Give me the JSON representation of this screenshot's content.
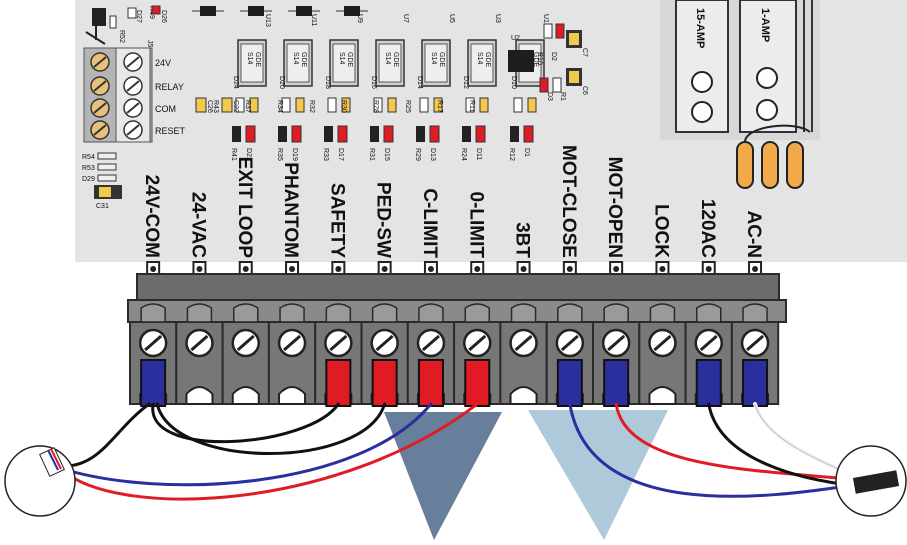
{
  "terminals": [
    {
      "label": "24V-COM",
      "wire": "blue"
    },
    {
      "label": "24-VAC",
      "wire": "none"
    },
    {
      "label": "EXIT LOOP",
      "wire": "none"
    },
    {
      "label": "PHANTOM",
      "wire": "none"
    },
    {
      "label": "SAFETY",
      "wire": "red"
    },
    {
      "label": "PED-SW",
      "wire": "red"
    },
    {
      "label": "C-LIMIT",
      "wire": "red"
    },
    {
      "label": "0-LIMIT",
      "wire": "red"
    },
    {
      "label": "3BT",
      "wire": "none"
    },
    {
      "label": "MOT-CLOSE",
      "wire": "blue"
    },
    {
      "label": "MOT-OPEN",
      "wire": "blue"
    },
    {
      "label": "LOCK",
      "wire": "none"
    },
    {
      "label": "120AC",
      "wire": "blue"
    },
    {
      "label": "AC-N",
      "wire": "blue"
    }
  ],
  "relay_terminal": {
    "labels": [
      "24V",
      "RELAY",
      "COM",
      "RESET"
    ],
    "designator": "J5"
  },
  "fuses": [
    {
      "label": "15-AMP"
    },
    {
      "label": "1-AMP"
    }
  ],
  "relays": [
    {
      "part": "S14",
      "sub": "GDE",
      "cap": "U13"
    },
    {
      "part": "S14",
      "sub": "GDE",
      "cap": "U11"
    },
    {
      "part": "S14",
      "sub": "GDE",
      "cap": "U9"
    },
    {
      "part": "S14",
      "sub": "GDE",
      "cap": "U7"
    },
    {
      "part": "S14",
      "sub": "GDE",
      "cap": "U5"
    },
    {
      "part": "S14",
      "sub": "GDE",
      "cap": "U3"
    },
    {
      "part": "S14",
      "sub": "GDE",
      "cap": "U1"
    }
  ],
  "components": {
    "ic": "U2",
    "caps": [
      "C31",
      "C7",
      "C6"
    ],
    "resistors_left": [
      "R54",
      "R53",
      "D29"
    ],
    "top_left": [
      "R52",
      "D27",
      "R49",
      "D26"
    ],
    "diodes_row": [
      "D24",
      "D20",
      "D18",
      "D16",
      "D14",
      "D12",
      "D10"
    ],
    "res_row": [
      "R43",
      "R37",
      "R34",
      "R32",
      "R30",
      "R28",
      "R25",
      "R17",
      "R11"
    ],
    "led_row": [
      "R41",
      "D21",
      "R35",
      "D19",
      "R33",
      "D17",
      "R31",
      "D15",
      "R29",
      "D13",
      "R24",
      "D11",
      "R12",
      "D1"
    ],
    "misc": [
      "R10",
      "D2",
      "D3",
      "R1",
      "C26",
      "C22"
    ]
  },
  "colors": {
    "board": "#e4e4e4",
    "block": "#6c6c6c",
    "wire_red": "#e01b24",
    "wire_blue": "#2b2f9e",
    "wire_black": "#111111",
    "arrow_dark": "#5f7895",
    "arrow_light": "#a9c6d8",
    "fuse_amber": "#f2a94a"
  }
}
